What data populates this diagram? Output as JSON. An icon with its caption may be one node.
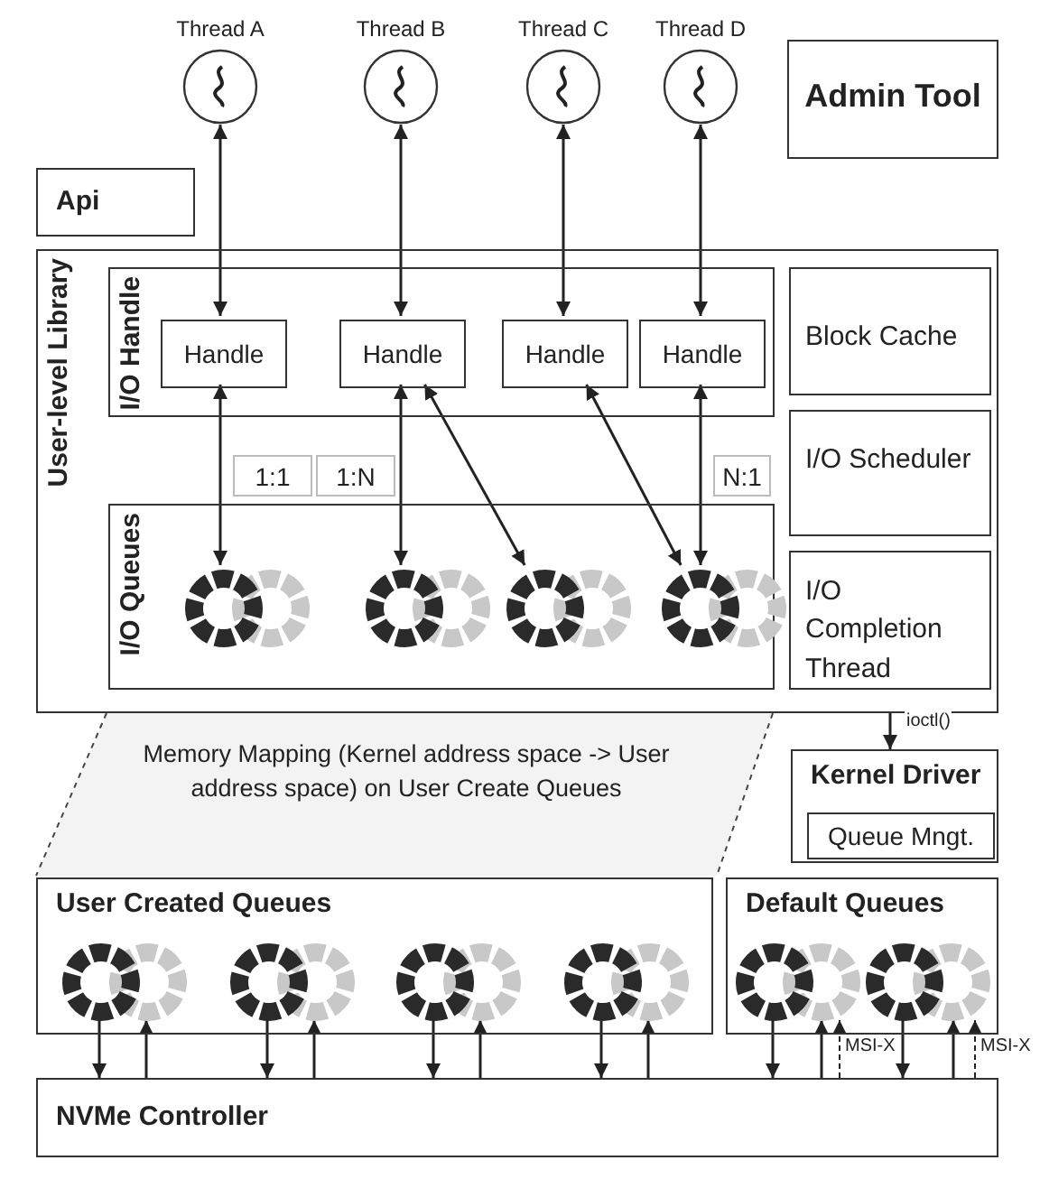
{
  "diagram": {
    "nodes": [
      {
        "text": [
          "Thread A"
        ]
      },
      {
        "text": [
          "Thread B"
        ]
      },
      {
        "text": [
          "Thread C"
        ]
      },
      {
        "text": [
          "Thread D"
        ]
      },
      {
        "text": [
          "Admin Tool"
        ]
      },
      {
        "text": [
          "Api"
        ]
      },
      {
        "text": [
          "User-level Library"
        ]
      },
      {
        "text": [
          "I/O Handle"
        ],
        "in": 6
      },
      {
        "text": [
          "Handle"
        ],
        "in": 7
      },
      {
        "text": [
          "Handle"
        ],
        "in": 7
      },
      {
        "text": [
          "Handle"
        ],
        "in": 7
      },
      {
        "text": [
          "Handle"
        ],
        "in": 7
      },
      {
        "text": [
          "Block Cache"
        ],
        "in": 6
      },
      {
        "text": [
          "1:1"
        ],
        "in": 6
      },
      {
        "text": [
          "1:N"
        ],
        "in": 6
      },
      {
        "text": [
          "N:1"
        ],
        "in": 6
      },
      {
        "text": [
          "I/O Queues"
        ],
        "in": 6
      },
      {
        "text": [],
        "shape": "circle",
        "in": 16
      },
      {
        "text": [],
        "shape": "circle",
        "in": 16
      },
      {
        "text": [],
        "shape": "circle",
        "in": 16
      },
      {
        "text": [],
        "shape": "circle",
        "in": 16
      },
      {
        "text": [
          "I/O Scheduler"
        ],
        "in": 6
      },
      {
        "text": [
          "I/O Completion Thread"
        ],
        "in": 6
      },
      {
        "text": [
          "Memory Mapping (Kernel address space -> User address space) on User Create Queues"
        ]
      },
      {
        "text": [
          "Kernel Driver"
        ]
      },
      {
        "text": [
          "Queue Mngt."
        ],
        "in": 24
      },
      {
        "text": [
          "User Created Queues"
        ]
      },
      {
        "text": [],
        "shape": "circle",
        "in": 26
      },
      {
        "text": [],
        "shape": "circle",
        "in": 26
      },
      {
        "text": [],
        "shape": "circle",
        "in": 26
      },
      {
        "text": [],
        "shape": "circle",
        "in": 26
      },
      {
        "text": [
          "Default Queues"
        ]
      },
      {
        "text": [],
        "shape": "circle",
        "in": 31
      },
      {
        "text": [],
        "shape": "circle",
        "in": 31
      },
      {
        "text": [
          "NVMe Controller"
        ]
      }
    ],
    "edges": [
      {
        "from": 0,
        "to": 8,
        "arrow": "both"
      },
      {
        "from": 1,
        "to": 9,
        "arrow": "both"
      },
      {
        "from": 2,
        "to": 10,
        "arrow": "both"
      },
      {
        "from": 3,
        "to": 11,
        "arrow": "both"
      },
      {
        "from": 8,
        "to": 17,
        "arrow": "both"
      },
      {
        "from": 9,
        "to": 18,
        "arrow": "both"
      },
      {
        "from": 9,
        "to": 19,
        "arrow": "both"
      },
      {
        "from": 10,
        "to": 20,
        "arrow": "both"
      },
      {
        "from": 11,
        "to": 20,
        "arrow": "both"
      },
      {
        "from": 6,
        "to": 24,
        "arrow": "to",
        "label": "ioctl()"
      },
      {
        "from": 27,
        "to": 34,
        "arrow": "to"
      },
      {
        "from": 34,
        "to": 27,
        "arrow": "to"
      },
      {
        "from": 28,
        "to": 34,
        "arrow": "to"
      },
      {
        "from": 34,
        "to": 28,
        "arrow": "to"
      },
      {
        "from": 29,
        "to": 34,
        "arrow": "to"
      },
      {
        "from": 34,
        "to": 29,
        "arrow": "to"
      },
      {
        "from": 30,
        "to": 34,
        "arrow": "to"
      },
      {
        "from": 34,
        "to": 30,
        "arrow": "to"
      },
      {
        "from": 32,
        "to": 34,
        "arrow": "to"
      },
      {
        "from": 34,
        "to": 32,
        "arrow": "to"
      },
      {
        "from": 34,
        "to": 32,
        "arrow": "to",
        "label": "MSI-X",
        "style": "dashed"
      },
      {
        "from": 33,
        "to": 34,
        "arrow": "to"
      },
      {
        "from": 34,
        "to": 33,
        "arrow": "to"
      },
      {
        "from": 34,
        "to": 33,
        "arrow": "to",
        "label": "MSI-X",
        "style": "dashed"
      }
    ]
  }
}
